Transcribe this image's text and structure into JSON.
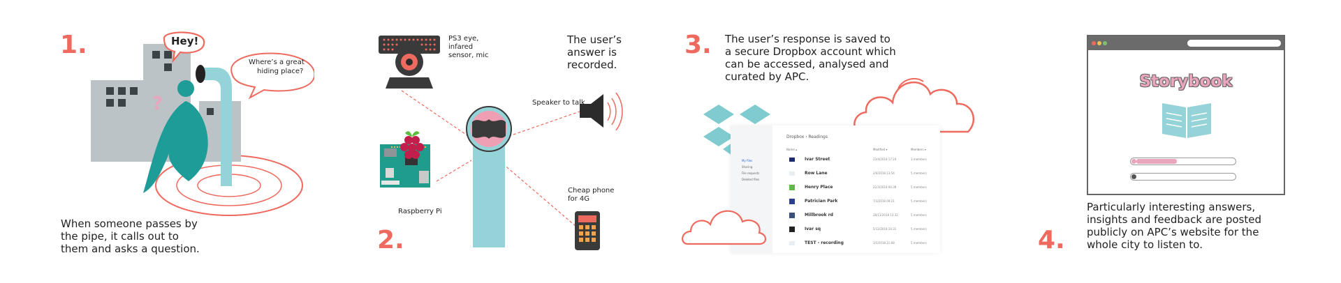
{
  "step1": {
    "number": "1.",
    "bubble_hey": "Hey!",
    "bubble_question": "Where’s a great hiding place?",
    "caption": "When someone passes by the pipe, it calls out to them and asks a question."
  },
  "step2": {
    "number": "2.",
    "ps3_label": "PS3 eye, infared sensor, mic",
    "answer_text": "The user’s answer is recorded.",
    "speaker_label": "Speaker to talk",
    "pi_label": "Raspberry Pi",
    "phone_label": "Cheap phone for  4G"
  },
  "step3": {
    "number": "3.",
    "caption": "The user’s response is saved to a secure Dropbox account which can be accessed, analysed and curated by APC.",
    "dropbox": {
      "breadcrumb": "Dropbox › Readings",
      "columns": [
        "Name ▴",
        "Modified ▾",
        "Members ▾"
      ],
      "sidebar": [
        "My files",
        "Sharing",
        "File requests",
        "Deleted files"
      ],
      "rows": [
        {
          "name": "Ivar Street",
          "modified": "23/4/2018 17:24",
          "members": "3 members"
        },
        {
          "name": "Row Lane",
          "modified": "2/4/2018 13:54",
          "members": "5 members"
        },
        {
          "name": "Henry Place",
          "modified": "22/3/2018 00:39",
          "members": "5 members"
        },
        {
          "name": "Patrician Park",
          "modified": "7/3/2018 09:21",
          "members": "5 members"
        },
        {
          "name": "Millbrook rd",
          "modified": "28/11/2018 13:32",
          "members": "5 members"
        },
        {
          "name": "Ivar sq",
          "modified": "5/12/2018 20:31",
          "members": "5 members"
        },
        {
          "name": "TEST - recording",
          "modified": "3/3/2018 21:08",
          "members": "5 members"
        }
      ]
    }
  },
  "step4": {
    "number": "4.",
    "storybook_title": "Storybook",
    "caption": "Particularly interesting answers, insights and feedback are posted publicly on APC’s website for the whole city to listen to."
  },
  "colors": {
    "accent": "#ef6a5e",
    "teal": "#1e9c98",
    "pipe": "#94d3d7",
    "building": "#bcc3c7",
    "pink": "#e9a5bd"
  }
}
